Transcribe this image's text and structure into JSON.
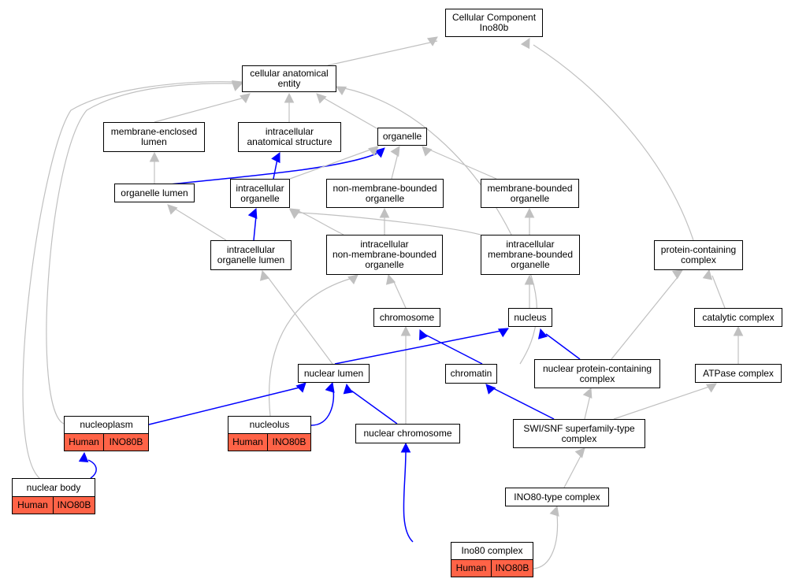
{
  "colors": {
    "gray_edge": "#c0c0c0",
    "blue_edge": "#0000ff",
    "annotation_fill": "#ff6347"
  },
  "nodes": {
    "root": "Cellular Component\nIno80b",
    "cae": "cellular anatomical\nentity",
    "mel": "membrane-enclosed\nlumen",
    "ias": "intracellular\nanatomical structure",
    "org": "organelle",
    "ol": "organelle lumen",
    "io": "intracellular\norganelle",
    "nmbo": "non-membrane-bounded\norganelle",
    "mbo": "membrane-bounded\norganelle",
    "iol": "intracellular\norganelle lumen",
    "inmbo": "intracellular\nnon-membrane-bounded\norganelle",
    "imbo": "intracellular\nmembrane-bounded\norganelle",
    "pcc": "protein-containing\ncomplex",
    "chrom": "chromosome",
    "nuc": "nucleus",
    "cat": "catalytic complex",
    "nl": "nuclear lumen",
    "chr": "chromatin",
    "npcc": "nuclear protein-containing\ncomplex",
    "atp": "ATPase complex",
    "np": "nucleoplasm",
    "nol": "nucleolus",
    "nchr": "nuclear chromosome",
    "swi": "SWI/SNF superfamily-type\ncomplex",
    "nb": "nuclear body",
    "ino80t": "INO80-type complex",
    "ino80c": "Ino80 complex"
  },
  "annotations": {
    "np": {
      "species": "Human",
      "gene": "INO80B"
    },
    "nol": {
      "species": "Human",
      "gene": "INO80B"
    },
    "nb": {
      "species": "Human",
      "gene": "INO80B"
    },
    "ino80c": {
      "species": "Human",
      "gene": "INO80B"
    }
  }
}
